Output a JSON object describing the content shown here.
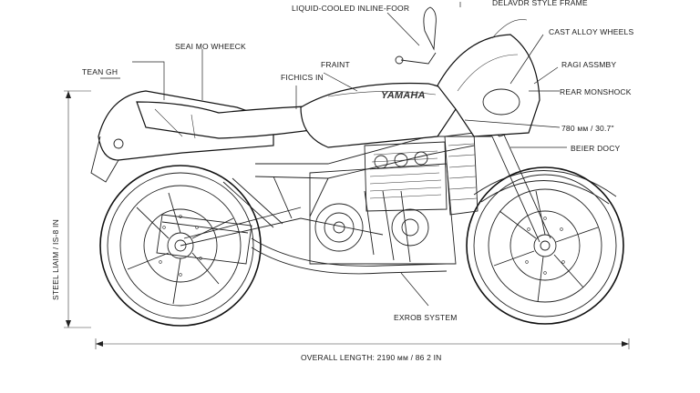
{
  "labels": {
    "top_frame": "DELAVDR STYLE FRAME",
    "engine": "LIQUID-COOLED INLINE-FOOR",
    "wheels": "CAST ALLOY WHEELS",
    "seat": "SEAI MO WHEECK",
    "fairing": "FRAINT",
    "rear_assy": "RAGI ASSMBY",
    "tank": "TEAN GH",
    "fuel": "FICHICS IN",
    "shock": "REAR MONSHOCK",
    "dim_right": "780 мм / 30.7\"",
    "body": "BEIER DOCY",
    "exhaust": "EXROB SYSTEM",
    "overall": "OVERALL LENGTH: 2190 мм / 86 2 IN",
    "height": "STEEL LIAIM / IS-8 IN"
  },
  "tank_logo": "YAMAHA"
}
